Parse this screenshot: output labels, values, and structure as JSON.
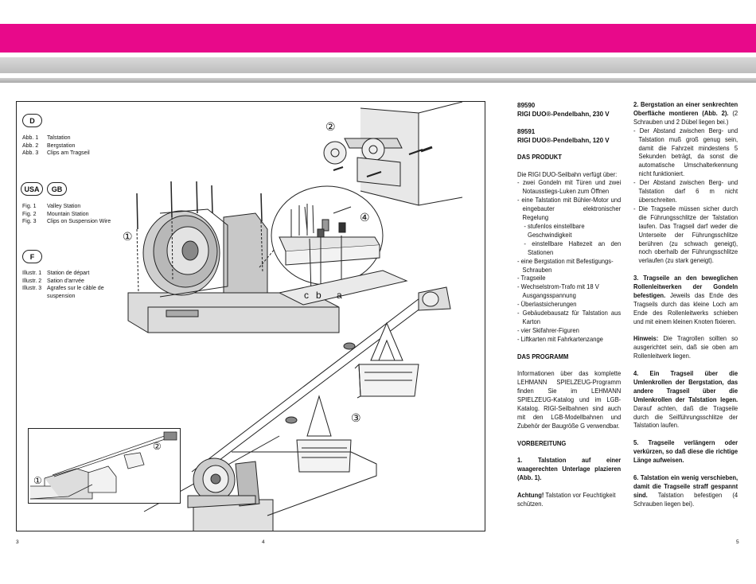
{
  "page_numbers": {
    "left": "3",
    "middle": "4",
    "right": "5"
  },
  "legend": {
    "d_badge": "D",
    "d_items": [
      {
        "k": "Abb. 1",
        "v": "Talstation"
      },
      {
        "k": "Abb. 2",
        "v": "Bergstation"
      },
      {
        "k": "Abb. 3",
        "v": "Clips am Tragseil"
      }
    ],
    "usa_badge": "USA",
    "gb_badge": "GB",
    "en_items": [
      {
        "k": "Fig. 1",
        "v": "Valley Station"
      },
      {
        "k": "Fig. 2",
        "v": "Mountain Station"
      },
      {
        "k": "Fig. 3",
        "v": "Clips on Suspension Wire"
      }
    ],
    "f_badge": "F",
    "f_items": [
      {
        "k": "Illustr. 1",
        "v": "Station de départ"
      },
      {
        "k": "Illustr. 2",
        "v": "Sation d'arrvée"
      },
      {
        "k": "Illustr. 3",
        "v": "Agrafes sur le câble de suspension"
      }
    ]
  },
  "callouts": {
    "one": "①",
    "two": "②",
    "three": "③",
    "four": "④",
    "c": "c",
    "b": "b",
    "a": "a"
  },
  "col1": {
    "prod1_num": "89590",
    "prod1_name": "RIGI DUO®-Pendelbahn, 230 V",
    "prod2_num": "89591",
    "prod2_name": "RIGI DUO®-Pendelbahn, 120 V",
    "h_produkt": "DAS PRODUKT",
    "produkt_lines": [
      "Die RIGI DUO-Seilbahn verfügt über:",
      "- zwei Gondeln mit Türen und zwei Notausstiegs-Luken zum Öffnen",
      "- eine Talstation mit Bühler-Motor und eingebauter elektronischer Regelung",
      "- stufenlos einstellbare Geschwindigkeit",
      "- einstellbare Haltezeit an den Stationen",
      "- eine Bergstation mit Befestigungs-Schrauben",
      "- Tragseile",
      "- Wechselstrom-Trafo mit 18 V Ausgangsspannung",
      "- Überlastsicherungen",
      "- Gebäudebausatz für Talstation aus Karton",
      "- vier Skifahrer-Figuren",
      "- Liftkarten mit Fahrkartenzange"
    ],
    "h_programm": "DAS PROGRAMM",
    "programm_text": "Informationen über das komplette LEHMANN SPIELZEUG-Programm finden Sie im LEHMANN SPIELZEUG-Katalog und im LGB-Katalog. RIGI-Seilbahnen sind auch mit den LGB-Modellbahnen und Zubehör der Baugröße G verwendbar.",
    "h_vorbereitung": "VORBEREITUNG",
    "step1": "1. Talstation auf einer waagerechten Unterlage plazieren (Abb. 1).",
    "achtung_label": "Achtung!",
    "achtung_text": " Talstation vor Feuchtigkeit schützen."
  },
  "col2": {
    "step2_bold": "2. Bergstation an einer senkrechten Oberfläche montieren (Abb. 2).",
    "step2_rest": " (2 Schrauben und 2 Dübel liegen bei.)",
    "step2_items": [
      "- Der Abstand zwischen Berg- und Talstation muß groß genug sein, damit die Fahrzeit mindestens 5 Sekunden beträgt, da sonst die automatische Umschalterkennung nicht funktioniert.",
      "- Der Abstand zwischen Berg- und Talstation darf 6 m nicht überschreiten.",
      "- Die Tragseile müssen sicher durch die Führungsschlitze der Talstation laufen. Das Tragseil darf weder die Unterseite der Führungsschlitze berühren (zu schwach geneigt), noch oberhalb der Führungsschlitze verlaufen (zu stark geneigt)."
    ],
    "step3_bold": "3. Tragseile an den beweglichen Rollenleitwerken der Gondeln befestigen.",
    "step3_rest": " Jeweils das Ende des Tragseils durch das kleine Loch am Ende des Rollenleitwerks schieben und mit einem kleinen Knoten fixieren.",
    "hinweis_label": "Hinweis:",
    "hinweis_text": " Die Tragrollen sollten so ausgerichtet sein, daß sie oben am Rollenleitwerk liegen.",
    "step4_bold": "4. Ein Tragseil über die Umlenkrollen der Bergstation, das andere Tragseil über die Umlenkrollen der Talstation legen.",
    "step4_rest": " Darauf achten, daß die Tragseile durch die Seilführungsschlitze der Talstation laufen.",
    "step5_bold": "5. Tragseile verlängern oder verkürzen, so daß diese die richtige Länge aufweisen.",
    "step6_bold": "6. Talstation ein wenig verschieben, damit die Tragseile straff gespannt sind.",
    "step6_rest": " Talstation befestigen (4 Schrauben liegen bei)."
  }
}
